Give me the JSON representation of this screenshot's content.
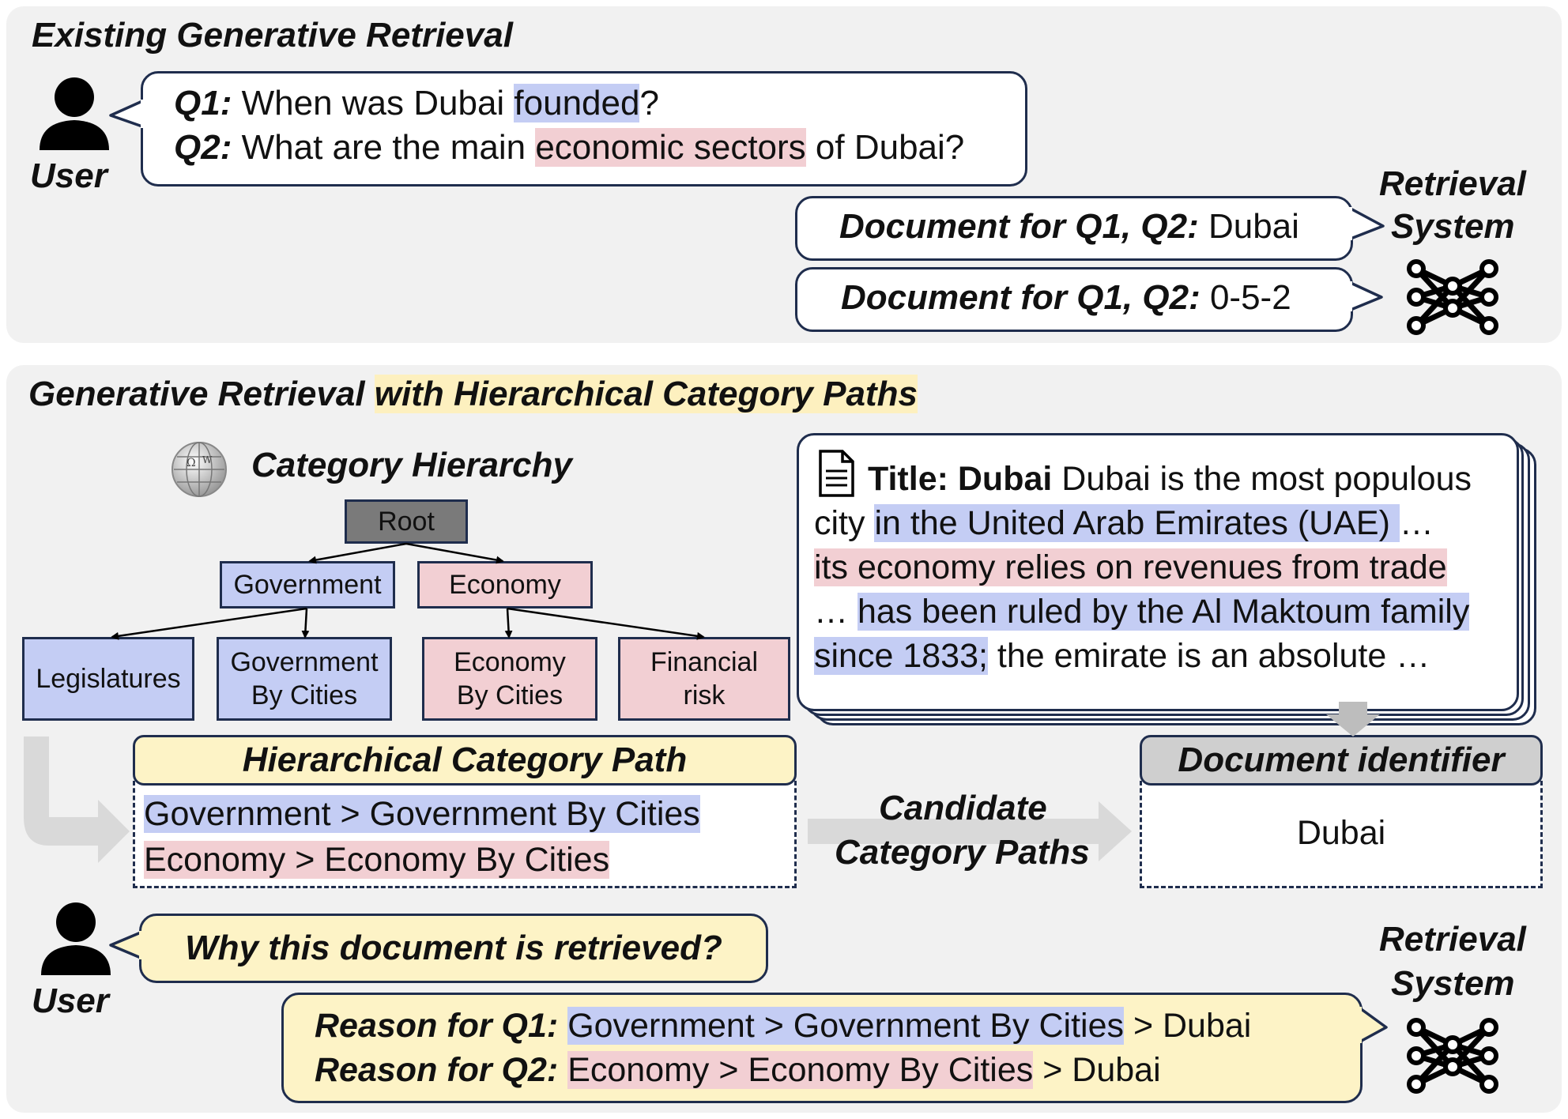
{
  "top_panel": {
    "title": "Existing Generative Retrieval",
    "user_label": "User",
    "query_bubble": {
      "q1_label": "Q1:",
      "q1_pre": "When was Dubai ",
      "q1_hl": "founded",
      "q1_post": "?",
      "q2_label": "Q2:",
      "q2_pre": "What are the main ",
      "q2_hl": "economic sectors",
      "q2_post": " of Dubai?"
    },
    "doc_bubble_1": {
      "label": "Document for Q1, Q2:",
      "value": " Dubai"
    },
    "doc_bubble_2": {
      "label": "Document for Q1, Q2:",
      "value": " 0-5-2"
    },
    "system_label_1": "Retrieval",
    "system_label_2": "System"
  },
  "bottom_panel": {
    "title_plain": "Generative Retrieval ",
    "title_hl": "with Hierarchical Category Paths",
    "hierarchy_label": "Category Hierarchy",
    "tree": {
      "root": "Root",
      "government": "Government",
      "economy": "Economy",
      "legislatures": "Legislatures",
      "gov_by_cities_1": "Government",
      "gov_by_cities_2": "By Cities",
      "eco_by_cities_1": "Economy",
      "eco_by_cities_2": "By Cities",
      "financial_1": "Financial",
      "financial_2": "risk"
    },
    "document": {
      "title_label": "Title: Dubai",
      "l1_text": " Dubai is the most populous",
      "l2_pre": "city ",
      "l2_hl": "in the United Arab Emirates (UAE) ",
      "l2_post": " …",
      "l3_hl": "its economy relies on revenues from trade",
      "l4_pre": "… ",
      "l4_hl": "has been ruled by the Al Maktoum family",
      "l5_hl": "since 1833;",
      "l5_post": " the emirate is an absolute …"
    },
    "path_box": {
      "header": "Hierarchical Category Path",
      "path1": "Government > Government By Cities",
      "path2": "Economy > Economy By Cities"
    },
    "candidate_1": "Candidate",
    "candidate_2": "Category Paths",
    "identifier_box": {
      "header": "Document identifier",
      "value": "Dubai"
    },
    "user_label": "User",
    "question": "Why this document is retrieved?",
    "system_label_1": "Retrieval",
    "system_label_2": "System",
    "reason": {
      "r1_label": "Reason for Q1:",
      "r1_hl": "Government > Government By Cities",
      "r1_post": " > Dubai",
      "r2_label": "Reason for Q2:",
      "r2_hl": "Economy > Economy By Cities",
      "r2_post": " > Dubai"
    }
  },
  "colors": {
    "panel_bg": "#f1f1f1",
    "border": "#1f2d4d",
    "highlight_blue": "#c4cdf4",
    "highlight_pink": "#f2cfd3",
    "highlight_yellow": "#fdf0bf",
    "identifier_header": "#cfcfcf"
  }
}
